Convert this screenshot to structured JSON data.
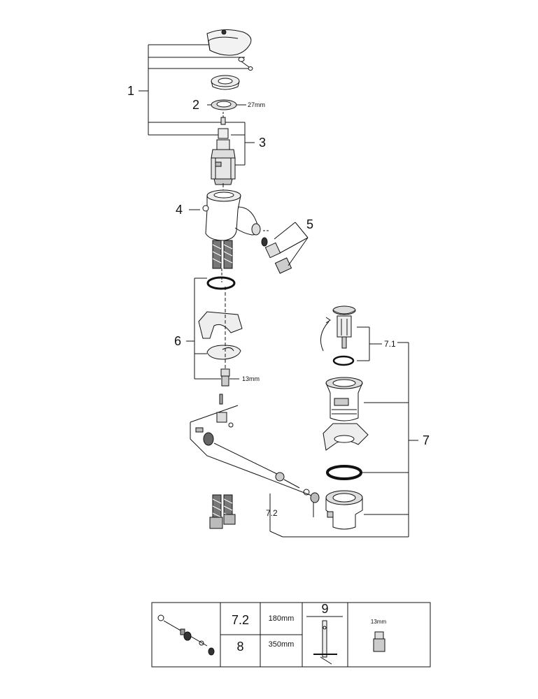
{
  "callouts": {
    "c1": "1",
    "c2": "2",
    "c3": "3",
    "c4": "4",
    "c5": "5",
    "c6": "6",
    "c7": "7",
    "c71": "7.1",
    "c72": "7.2"
  },
  "dimensions": {
    "nut_27": "27mm",
    "nut_13": "13mm"
  },
  "table": {
    "row1_code": "7.2",
    "row1_length": "180mm",
    "row2_code": "8",
    "row2_length": "350mm",
    "tool_code": "9",
    "adapter_size": "13mm"
  }
}
